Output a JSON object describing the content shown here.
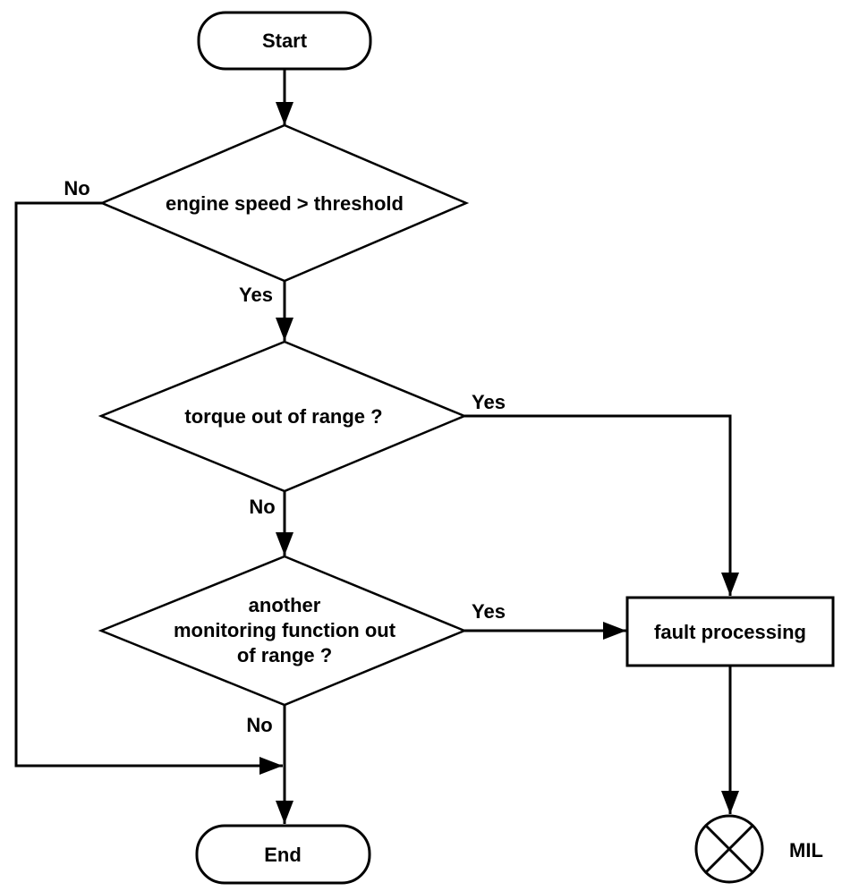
{
  "flowchart": {
    "nodes": {
      "start": {
        "label": "Start",
        "shape": "terminator"
      },
      "decision_engine_speed": {
        "label": "engine speed > threshold",
        "shape": "decision"
      },
      "decision_torque": {
        "label": "torque out of range ?",
        "shape": "decision"
      },
      "decision_another": {
        "label_lines": [
          "another",
          "monitoring function out",
          "of range ?"
        ],
        "shape": "decision"
      },
      "fault_processing": {
        "label": "fault processing",
        "shape": "process"
      },
      "end": {
        "label": "End",
        "shape": "terminator"
      },
      "mil": {
        "label": "MIL",
        "shape": "lamp"
      }
    },
    "edge_labels": {
      "engine_speed_no": "No",
      "engine_speed_yes": "Yes",
      "torque_yes": "Yes",
      "torque_no": "No",
      "another_yes": "Yes",
      "another_no": "No"
    },
    "colors": {
      "line": "#000000",
      "text": "#000000",
      "background": "#ffffff"
    }
  }
}
